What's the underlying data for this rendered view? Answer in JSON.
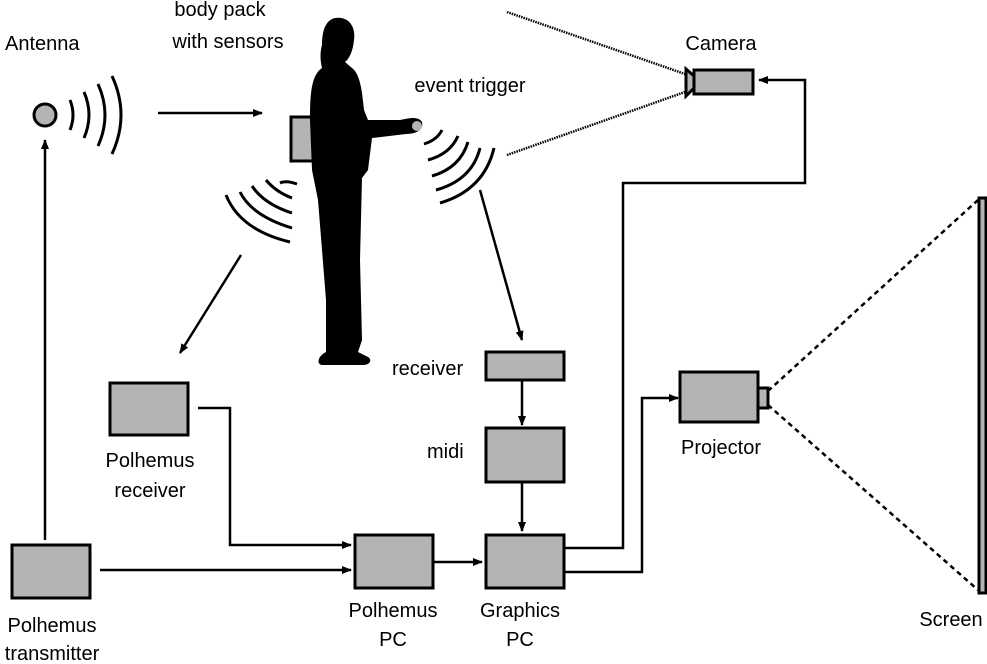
{
  "labels": {
    "antenna": "Antenna",
    "body_pack_1": "body pack",
    "body_pack_2": "with sensors",
    "event_trigger": "event trigger",
    "camera": "Camera",
    "receiver": "receiver",
    "midi": "midi",
    "polhemus_receiver_1": "Polhemus",
    "polhemus_receiver_2": "receiver",
    "polhemus_transmitter_1": "Polhemus",
    "polhemus_transmitter_2": "transmitter",
    "polhemus_pc_1": "Polhemus",
    "polhemus_pc_2": "PC",
    "graphics_pc_1": "Graphics",
    "graphics_pc_2": "PC",
    "projector": "Projector",
    "screen": "Screen"
  },
  "colors": {
    "box_fill": "#b4b4b4",
    "stroke": "#000000"
  }
}
